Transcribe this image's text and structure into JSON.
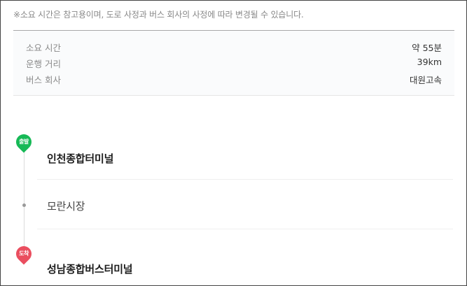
{
  "notice": "※소요 시간은 참고용이며, 도로 사정과 버스 회사의 사정에 따라 변경될 수 있습니다.",
  "info": [
    {
      "label": "소요 시간",
      "value": "약 55분"
    },
    {
      "label": "운행 거리",
      "value": "39km"
    },
    {
      "label": "버스 회사",
      "value": "대원고속"
    }
  ],
  "route": {
    "start_badge": "출발",
    "end_badge": "도착",
    "stops": [
      "인천종합터미널",
      "모란시장",
      "성남종합버스터미널"
    ]
  },
  "colors": {
    "start_pin": "#16b956",
    "end_pin": "#ea4e5f"
  }
}
